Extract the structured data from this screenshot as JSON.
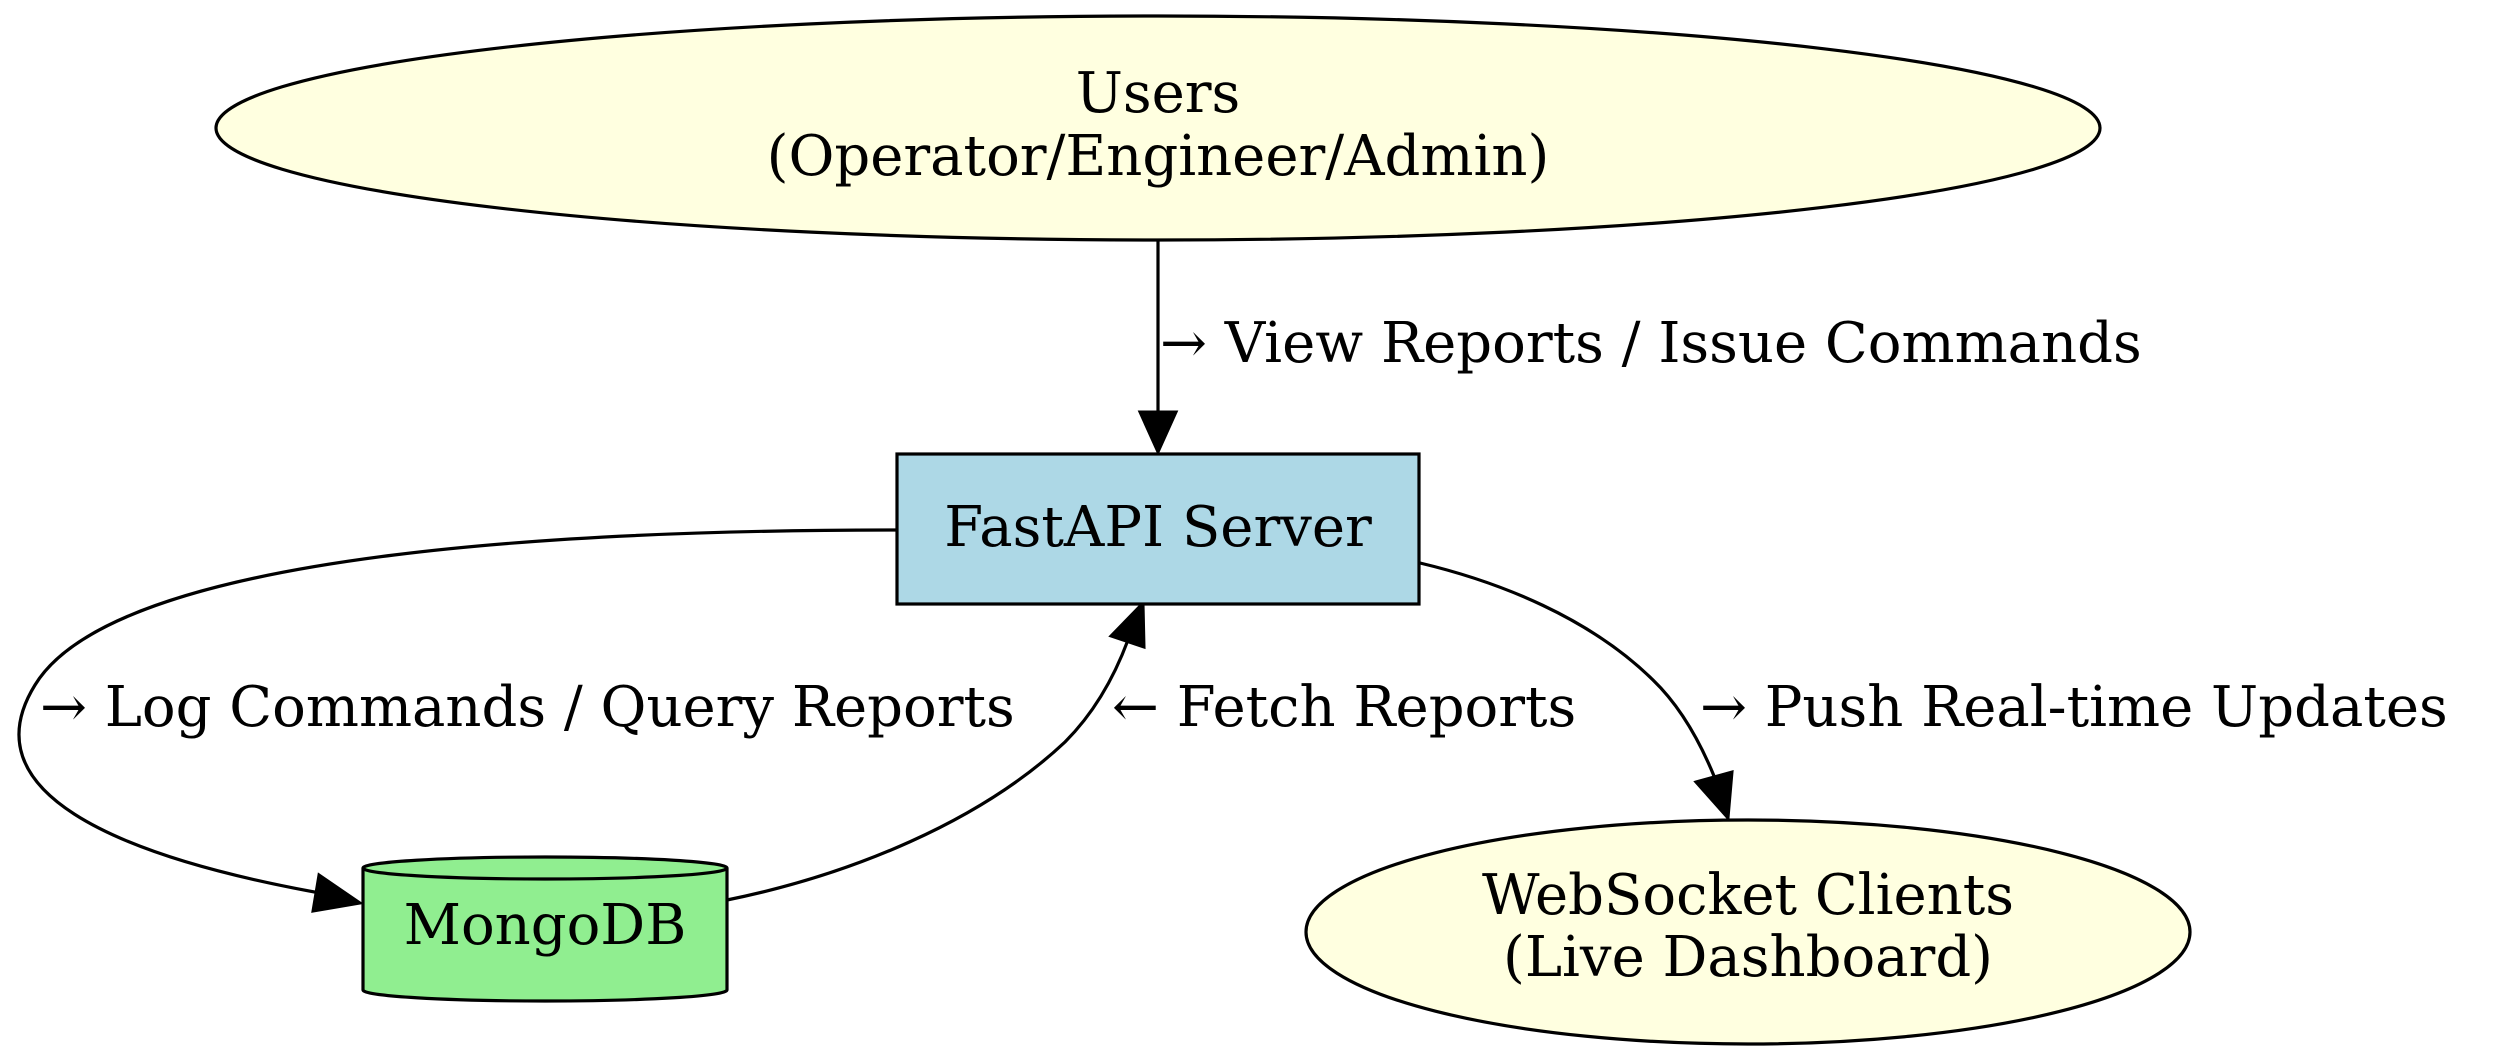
{
  "diagram": {
    "nodes": {
      "users": {
        "line1": "Users",
        "line2": "(Operator/Engineer/Admin)",
        "fill": "#ffffe0"
      },
      "fastapi": {
        "label": "FastAPI Server",
        "fill": "#add8e6"
      },
      "mongodb": {
        "label": "MongoDB",
        "fill": "#90ee90"
      },
      "websocket": {
        "line1": "WebSocket Clients",
        "line2": "(Live Dashboard)",
        "fill": "#ffffe0"
      }
    },
    "edges": {
      "users_to_fastapi": "→ View Reports / Issue Commands",
      "fastapi_to_mongodb": "→ Log Commands / Query Reports",
      "mongodb_to_fastapi": "← Fetch Reports",
      "fastapi_to_websocket": "→ Push Real-time Updates"
    },
    "colors": {
      "line": "#000000"
    }
  }
}
